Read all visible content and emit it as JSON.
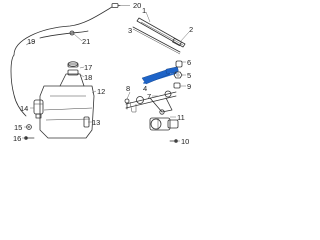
{
  "callouts": {
    "c1": "1",
    "c2": "2",
    "c3": "3",
    "c4": "4",
    "c5": "5",
    "c6": "6",
    "c7": "7",
    "c8": "8",
    "c9": "9",
    "c10": "10",
    "c11": "11",
    "c12": "12",
    "c13": "13",
    "c14": "14",
    "c15": "15",
    "c16": "16",
    "c17": "17",
    "c18": "18",
    "c19": "19",
    "c20": "20",
    "c21": "21"
  },
  "colors": {
    "highlight": "#1e64c8",
    "line": "#333333",
    "background": "#ffffff"
  }
}
